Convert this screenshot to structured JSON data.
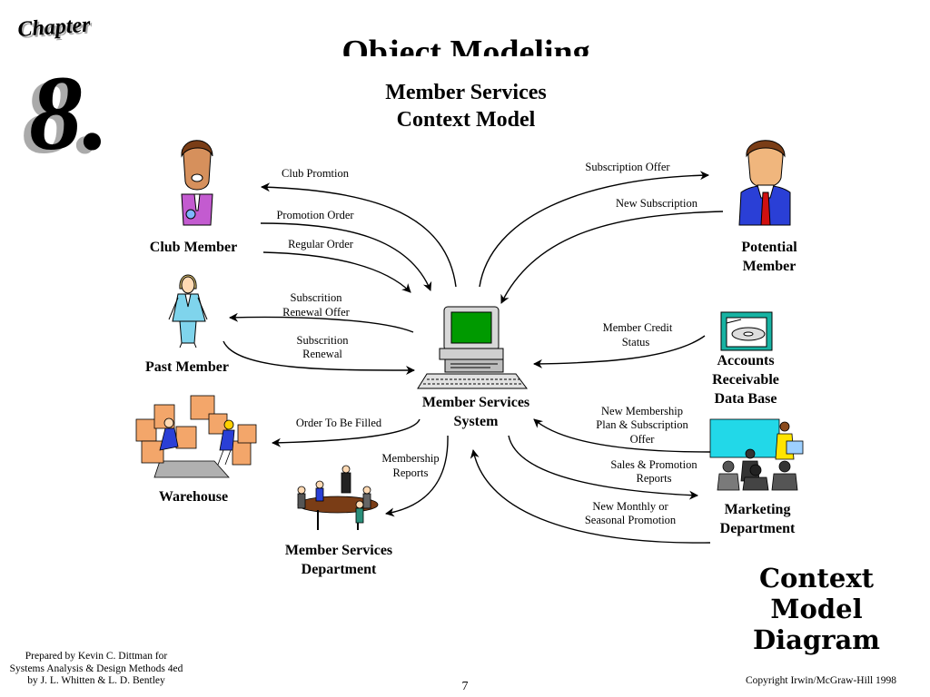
{
  "chapter": {
    "word": "Chapter",
    "number": "8."
  },
  "header": {
    "title": "Object Modeling",
    "subtitle_line1": "Member Services",
    "subtitle_line2": "Context Model"
  },
  "nodes": {
    "center": {
      "line1": "Member Services",
      "line2": "System"
    },
    "club_member": {
      "line1": "Club Member"
    },
    "past_member": {
      "line1": "Past Member"
    },
    "warehouse": {
      "line1": "Warehouse"
    },
    "ms_department": {
      "line1": "Member Services",
      "line2": "Department"
    },
    "potential_member": {
      "line1": "Potential",
      "line2": "Member"
    },
    "accounts_receivable": {
      "line1": "Accounts",
      "line2": "Receivable",
      "line3": "Data Base"
    },
    "marketing": {
      "line1": "Marketing",
      "line2": "Department"
    }
  },
  "flows": {
    "club_promotion": {
      "line1": "Club Promtion"
    },
    "promotion_order": {
      "line1": "Promotion Order"
    },
    "regular_order": {
      "line1": "Regular Order"
    },
    "renewal_offer": {
      "line1": "Subscrition",
      "line2": "Renewal Offer"
    },
    "renewal": {
      "line1": "Subscrition",
      "line2": "Renewal"
    },
    "order_to_be_filled": {
      "line1": "Order To Be Filled"
    },
    "membership_reports": {
      "line1": "Membership",
      "line2": "Reports"
    },
    "subscription_offer": {
      "line1": "Subscription Offer"
    },
    "new_subscription": {
      "line1": "New Subscription"
    },
    "member_credit_status": {
      "line1": "Member Credit",
      "line2": "Status"
    },
    "new_membership_plan": {
      "line1": "New Membership",
      "line2": "Plan & Subscription",
      "line3": "Offer"
    },
    "sales_promotion_reports": {
      "line1": "Sales & Promotion",
      "line2": "Reports"
    },
    "new_monthly_promotion": {
      "line1": "New Monthly or",
      "line2": "Seasonal Promotion"
    }
  },
  "footer": {
    "side_title_line1": "Context",
    "side_title_line2": "Model",
    "side_title_line3": "Diagram",
    "prepared_line1": "Prepared by Kevin C. Dittman for",
    "prepared_line2": "Systems Analysis & Design Methods 4ed",
    "prepared_line3": "by J. L. Whitten & L. D. Bentley",
    "page_number": "7",
    "copyright": "Copyright Irwin/McGraw-Hill 1998"
  },
  "icons": {
    "center": "computer-icon",
    "club_member": "man-clipart-icon",
    "past_member": "woman-clipart-icon",
    "warehouse": "warehouse-workers-icon",
    "ms_department": "meeting-icon",
    "potential_member": "businessman-icon",
    "accounts_receivable": "disk-drive-icon",
    "marketing": "presentation-icon"
  },
  "colors": {
    "screen": "#009a00",
    "teal": "#17b3a3",
    "cyan": "#22d8e8",
    "magenta": "#c35bd0",
    "shirt_blue": "#2a3fd6",
    "tie_red": "#d01010",
    "box_orange": "#f3a66a"
  }
}
